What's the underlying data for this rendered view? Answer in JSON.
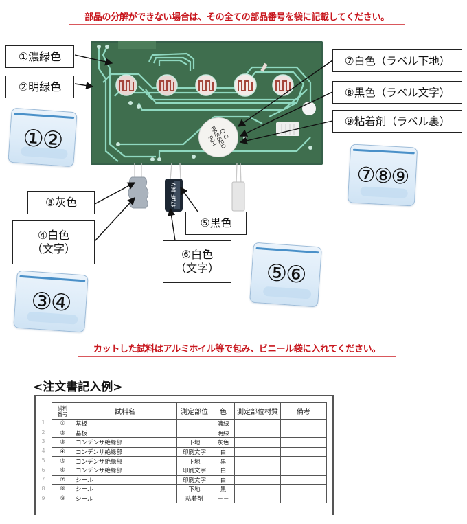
{
  "notices": {
    "top": "部品の分解ができない場合は、その全ての部品番号を袋に記載してください。",
    "middle": "カットした試料はアルミホイル等で包み、ビニール袋に入れてください。"
  },
  "colors": {
    "notice_red": "#c8161d",
    "pcb_green": "#3f6e4e",
    "trace_green": "#8fd8c0",
    "bag_zip_blue": "#4a90c8"
  },
  "labels": {
    "l1": "①濃緑色",
    "l2": "②明緑色",
    "l3": "③灰色",
    "l4_line1": "④白色",
    "l4_line2": "（文字）",
    "l5": "⑤黒色",
    "l6_line1": "⑥白色",
    "l6_line2": "（文字）",
    "l7": "⑦白色（ラベル下地）",
    "l8": "⑧黒色（ラベル文字）",
    "l9": "⑨粘着剤（ラベル裏）"
  },
  "component_text": {
    "sticker_line1": "Q.C",
    "sticker_line2": "PASSED",
    "sticker_line3": "90-I",
    "capacitor_text": "47μF 16V"
  },
  "bags": [
    {
      "id": "bag12",
      "numbers": "①②"
    },
    {
      "id": "bag789",
      "numbers": "⑦⑧⑨"
    },
    {
      "id": "bag56",
      "numbers": "⑤⑥"
    },
    {
      "id": "bag34",
      "numbers": "③④"
    }
  ],
  "order_example": {
    "title": "<注文書記入例>",
    "headers": {
      "no_line1": "試料",
      "no_line2": "番号",
      "name": "試料名",
      "part": "測定部位",
      "color": "色",
      "material": "測定部位材質",
      "remarks": "備考"
    },
    "rows": [
      {
        "row": "1",
        "no": "①",
        "name": "基板",
        "part": "",
        "color": "濃緑",
        "material": "",
        "remarks": ""
      },
      {
        "row": "2",
        "no": "②",
        "name": "基板",
        "part": "",
        "color": "明緑",
        "material": "",
        "remarks": ""
      },
      {
        "row": "3",
        "no": "③",
        "name": "コンデンサ絶縁部",
        "part": "下地",
        "color": "灰色",
        "material": "",
        "remarks": ""
      },
      {
        "row": "4",
        "no": "④",
        "name": "コンデンサ絶縁部",
        "part": "印刷文字",
        "color": "白",
        "material": "",
        "remarks": ""
      },
      {
        "row": "5",
        "no": "⑤",
        "name": "コンデンサ絶縁部",
        "part": "下地",
        "color": "黒",
        "material": "",
        "remarks": ""
      },
      {
        "row": "6",
        "no": "⑥",
        "name": "コンデンサ絶縁部",
        "part": "印刷文字",
        "color": "白",
        "material": "",
        "remarks": ""
      },
      {
        "row": "7",
        "no": "⑦",
        "name": "シール",
        "part": "印刷文字",
        "color": "白",
        "material": "",
        "remarks": ""
      },
      {
        "row": "8",
        "no": "⑧",
        "name": "シール",
        "part": "下地",
        "color": "黒",
        "material": "",
        "remarks": ""
      },
      {
        "row": "9",
        "no": "⑨",
        "name": "シール",
        "part": "粘着剤",
        "color": "－－",
        "material": "",
        "remarks": ""
      }
    ]
  }
}
